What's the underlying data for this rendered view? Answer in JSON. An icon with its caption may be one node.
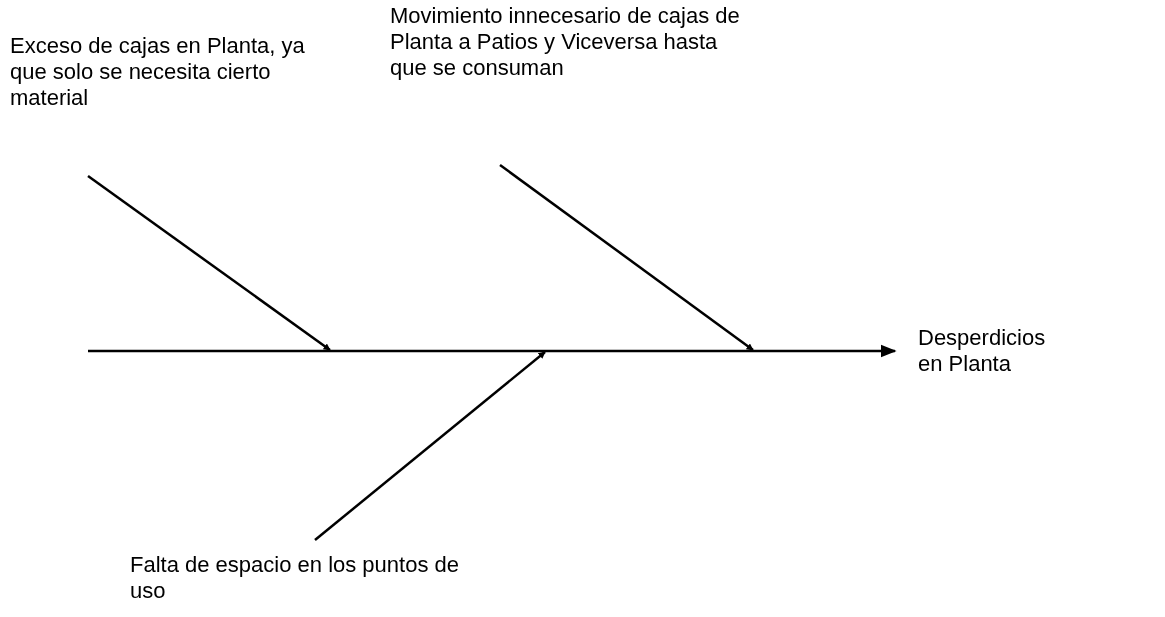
{
  "diagram": {
    "nodes": [
      {
        "text": [
          "Exceso de cajas en Planta, ya que solo se necesita cierto material"
        ]
      },
      {
        "text": [
          "Movimiento innecesario de cajas de Planta a Patios y Viceversa hasta que se consuman"
        ]
      },
      {
        "text": [
          "Falta de espacio en los puntos de uso"
        ]
      },
      {
        "text": [
          "Desperdicios en Planta"
        ]
      }
    ],
    "edges": [
      {
        "from": 0,
        "to": null,
        "arrow": "to"
      },
      {
        "from": 1,
        "to": null,
        "arrow": "to"
      },
      {
        "from": 2,
        "to": null,
        "arrow": "to"
      },
      {
        "from": null,
        "to": 3,
        "arrow": "to"
      }
    ]
  }
}
